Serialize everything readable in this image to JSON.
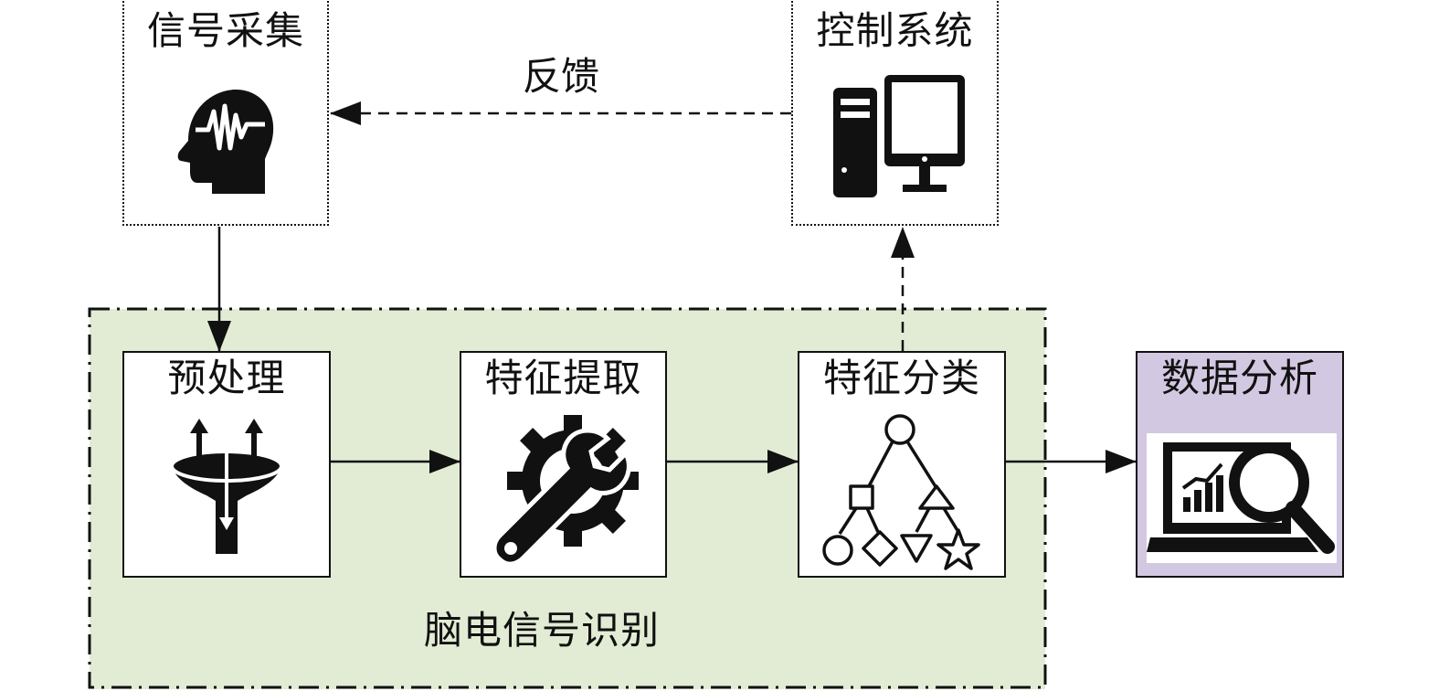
{
  "nodes": {
    "signal_acquisition": "信号采集",
    "control_system": "控制系统",
    "preprocessing": "预处理",
    "feature_extraction": "特征提取",
    "feature_classification": "特征分类",
    "data_analysis": "数据分析"
  },
  "edges": {
    "feedback": "反馈"
  },
  "group": {
    "eeg_recognition": "脑电信号识别"
  },
  "icons": {
    "signal_acquisition": "brain-wave-head-icon",
    "control_system": "desktop-computer-icon",
    "preprocessing": "funnel-filter-icon",
    "feature_extraction": "gear-wrench-icon",
    "feature_classification": "decision-tree-icon",
    "data_analysis": "laptop-chart-magnifier-icon"
  },
  "colors": {
    "group_fill": "#e2ecd4",
    "data_analysis_fill": "#d3c8e2",
    "stroke": "#111111"
  }
}
